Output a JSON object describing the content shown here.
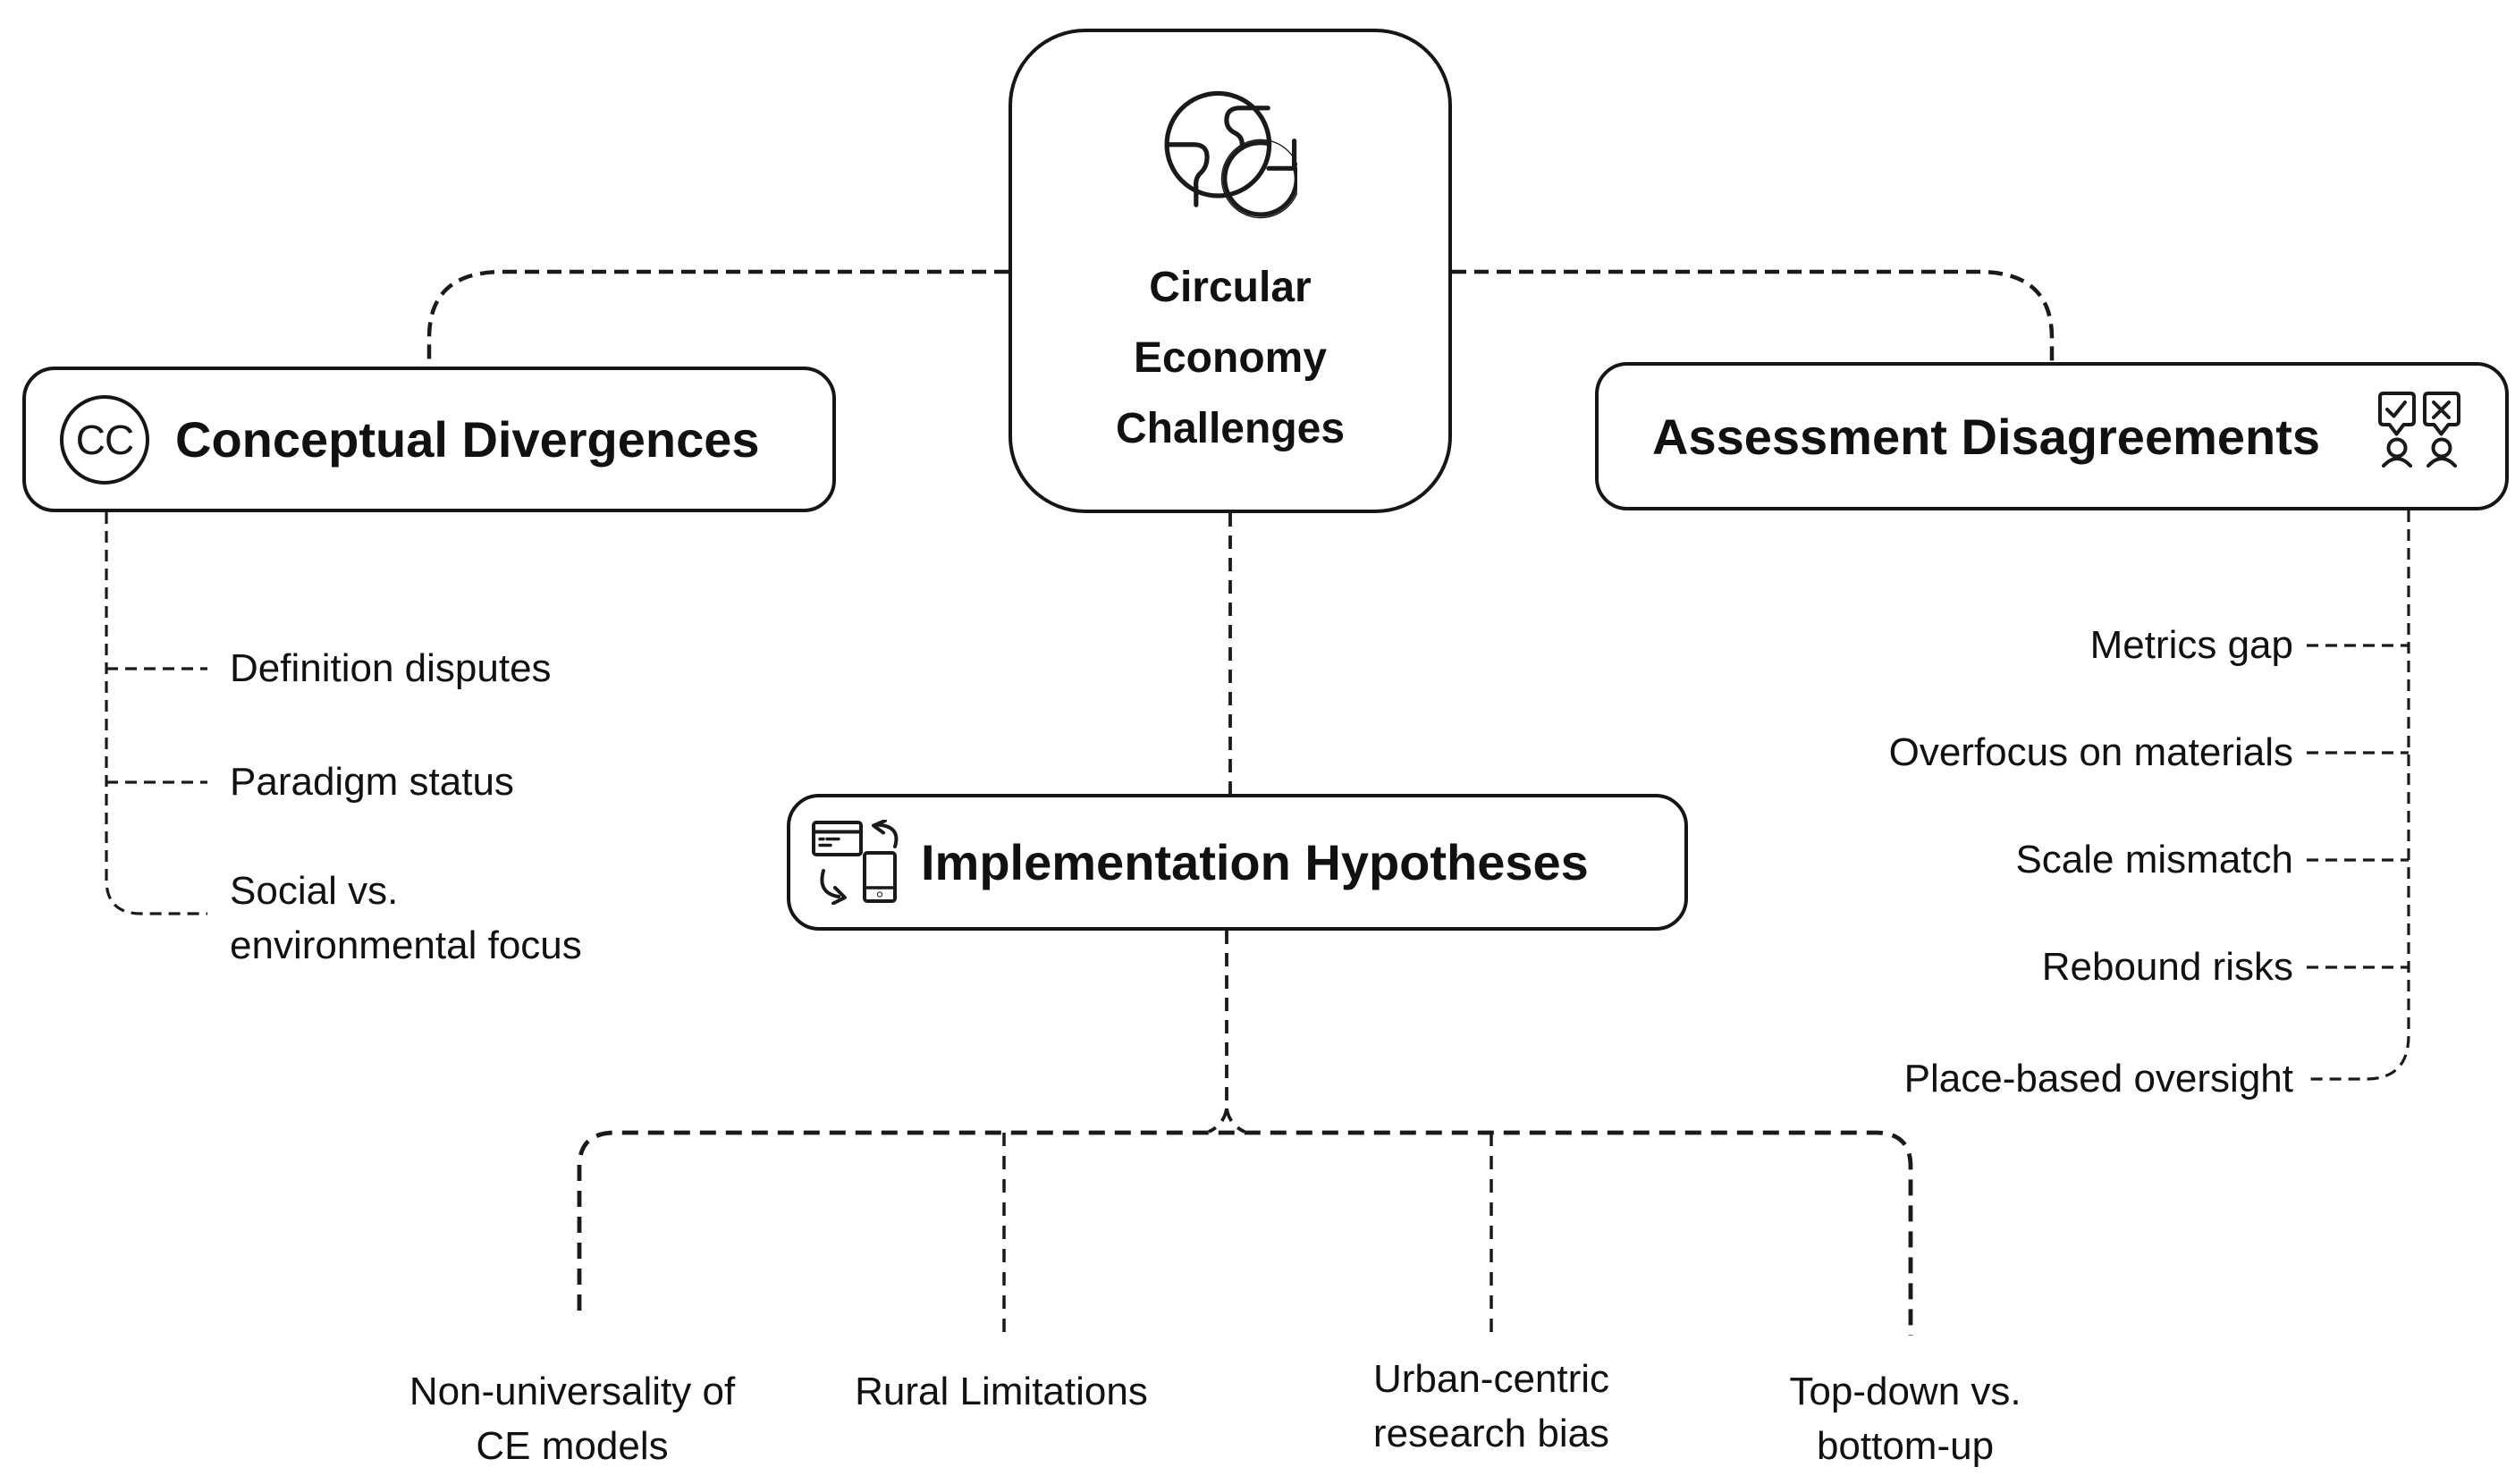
{
  "canvas": {
    "background": "#ffffff",
    "line_color": "#1a1a1a",
    "text_color": "#111111"
  },
  "center_node": {
    "icon": "globe-sync-icon",
    "lines": [
      "Circular",
      "Economy",
      "Challenges"
    ]
  },
  "left_branch": {
    "icon": "creative-commons-icon",
    "icon_text": "CC",
    "title": "Conceptual Divergences",
    "items": [
      {
        "lines": [
          "Definition disputes"
        ]
      },
      {
        "lines": [
          "Paradigm status"
        ]
      },
      {
        "lines": [
          "Social vs.",
          "environmental focus"
        ]
      }
    ]
  },
  "right_branch": {
    "icon": "vote-check-cross-people-icon",
    "title": "Assessment Disagreements",
    "items": [
      {
        "lines": [
          "Metrics gap"
        ]
      },
      {
        "lines": [
          "Overfocus on materials"
        ]
      },
      {
        "lines": [
          "Scale mismatch"
        ]
      },
      {
        "lines": [
          "Rebound risks"
        ]
      },
      {
        "lines": [
          "Place-based oversight"
        ]
      }
    ]
  },
  "bottom_branch": {
    "icon": "device-sync-icon",
    "title": "Implementation Hypotheses",
    "items": [
      {
        "lines": [
          "Non-universality of",
          "CE models"
        ]
      },
      {
        "lines": [
          "Rural Limitations"
        ]
      },
      {
        "lines": [
          "Urban-centric",
          "research bias"
        ]
      },
      {
        "lines": [
          "Top-down vs.",
          "bottom-up"
        ]
      }
    ]
  }
}
